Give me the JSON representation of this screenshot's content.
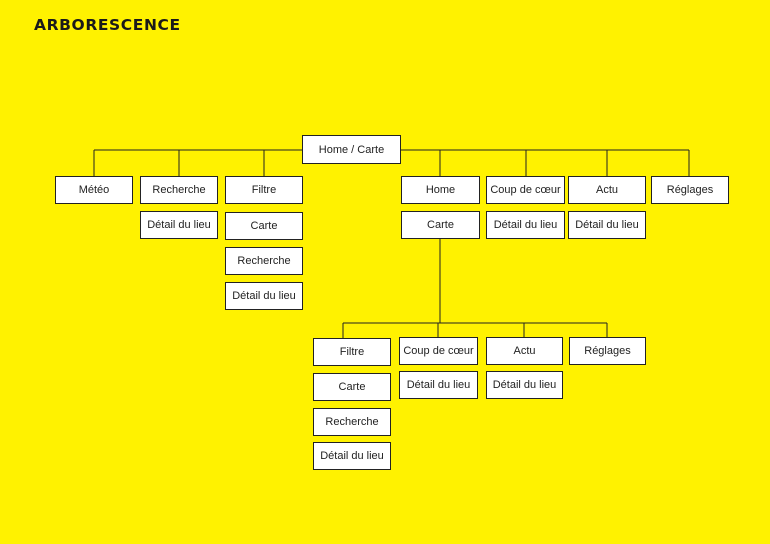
{
  "title": "ARBORESCENCE",
  "nodes": {
    "root": "Home / Carte",
    "meteo": "Météo",
    "recherche": "Recherche",
    "recherche_detail": "Détail du lieu",
    "filtre": "Filtre",
    "filtre_carte": "Carte",
    "filtre_recherche": "Recherche",
    "filtre_detail": "Détail du lieu",
    "home": "Home",
    "home_carte": "Carte",
    "coup": "Coup de cœur",
    "coup_detail": "Détail du lieu",
    "actu": "Actu",
    "actu_detail": "Détail du lieu",
    "reglages": "Réglages",
    "sub_filtre": "Filtre",
    "sub_filtre_carte": "Carte",
    "sub_filtre_recherche": "Recherche",
    "sub_filtre_detail": "Détail du lieu",
    "sub_coup": "Coup de cœur",
    "sub_coup_detail": "Détail du lieu",
    "sub_actu": "Actu",
    "sub_actu_detail": "Détail du lieu",
    "sub_reglages": "Réglages"
  }
}
